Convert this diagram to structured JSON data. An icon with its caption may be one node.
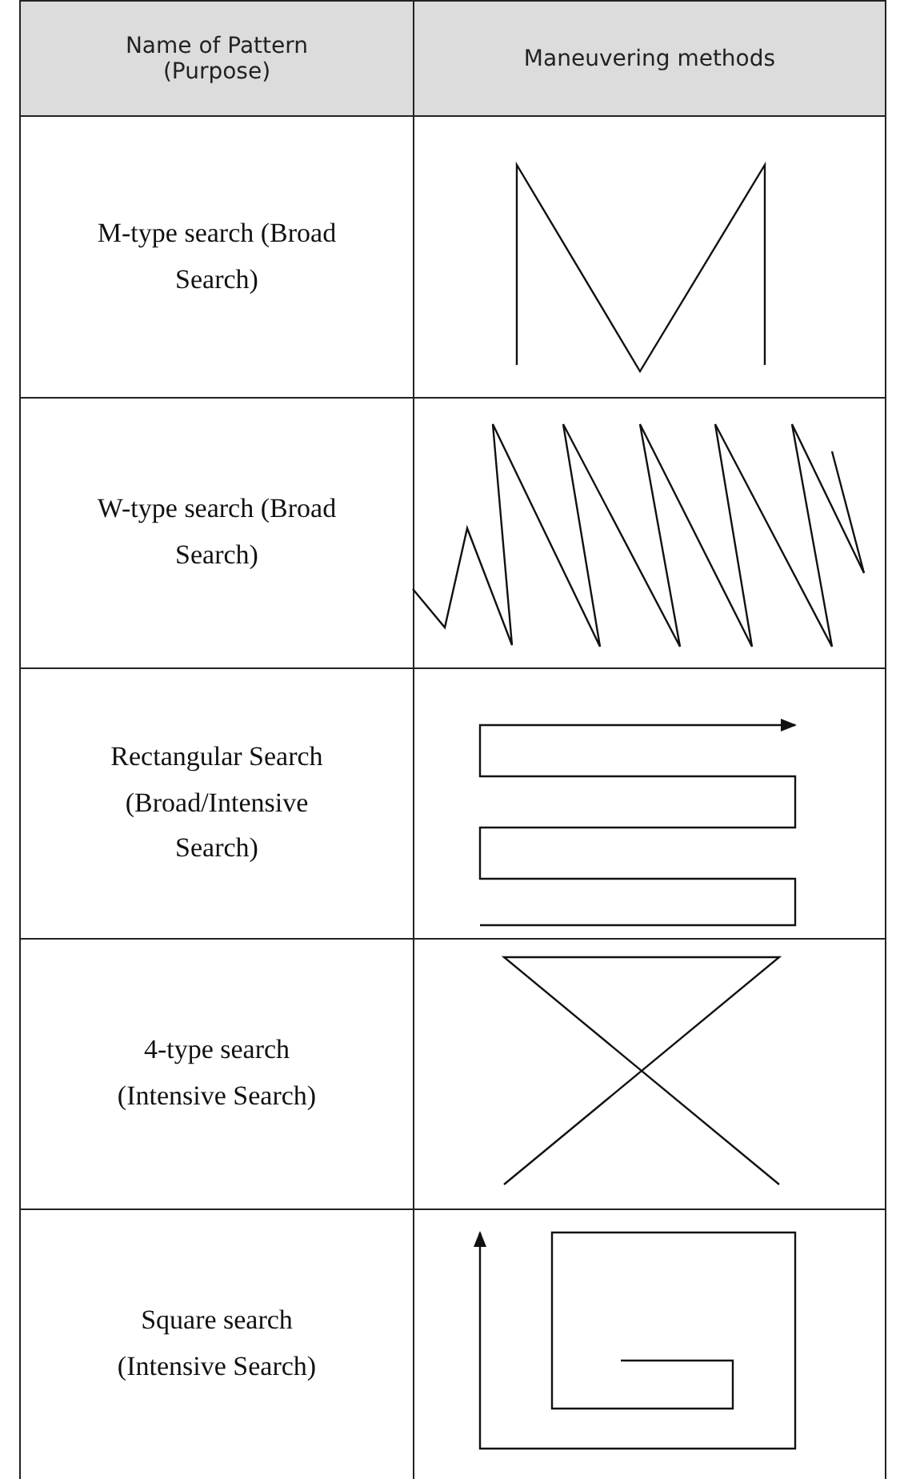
{
  "diagram": {
    "labels": [
      "Name of Pattern (Purpose)",
      "Maneuvering methods",
      "M-type search (Broad Search)",
      "W-type search (Broad Search)",
      "Rectangular Search (Broad/Intensive Search)",
      "4-type search (Intensive Search)",
      "Square search (Intensive Search)"
    ]
  }
}
